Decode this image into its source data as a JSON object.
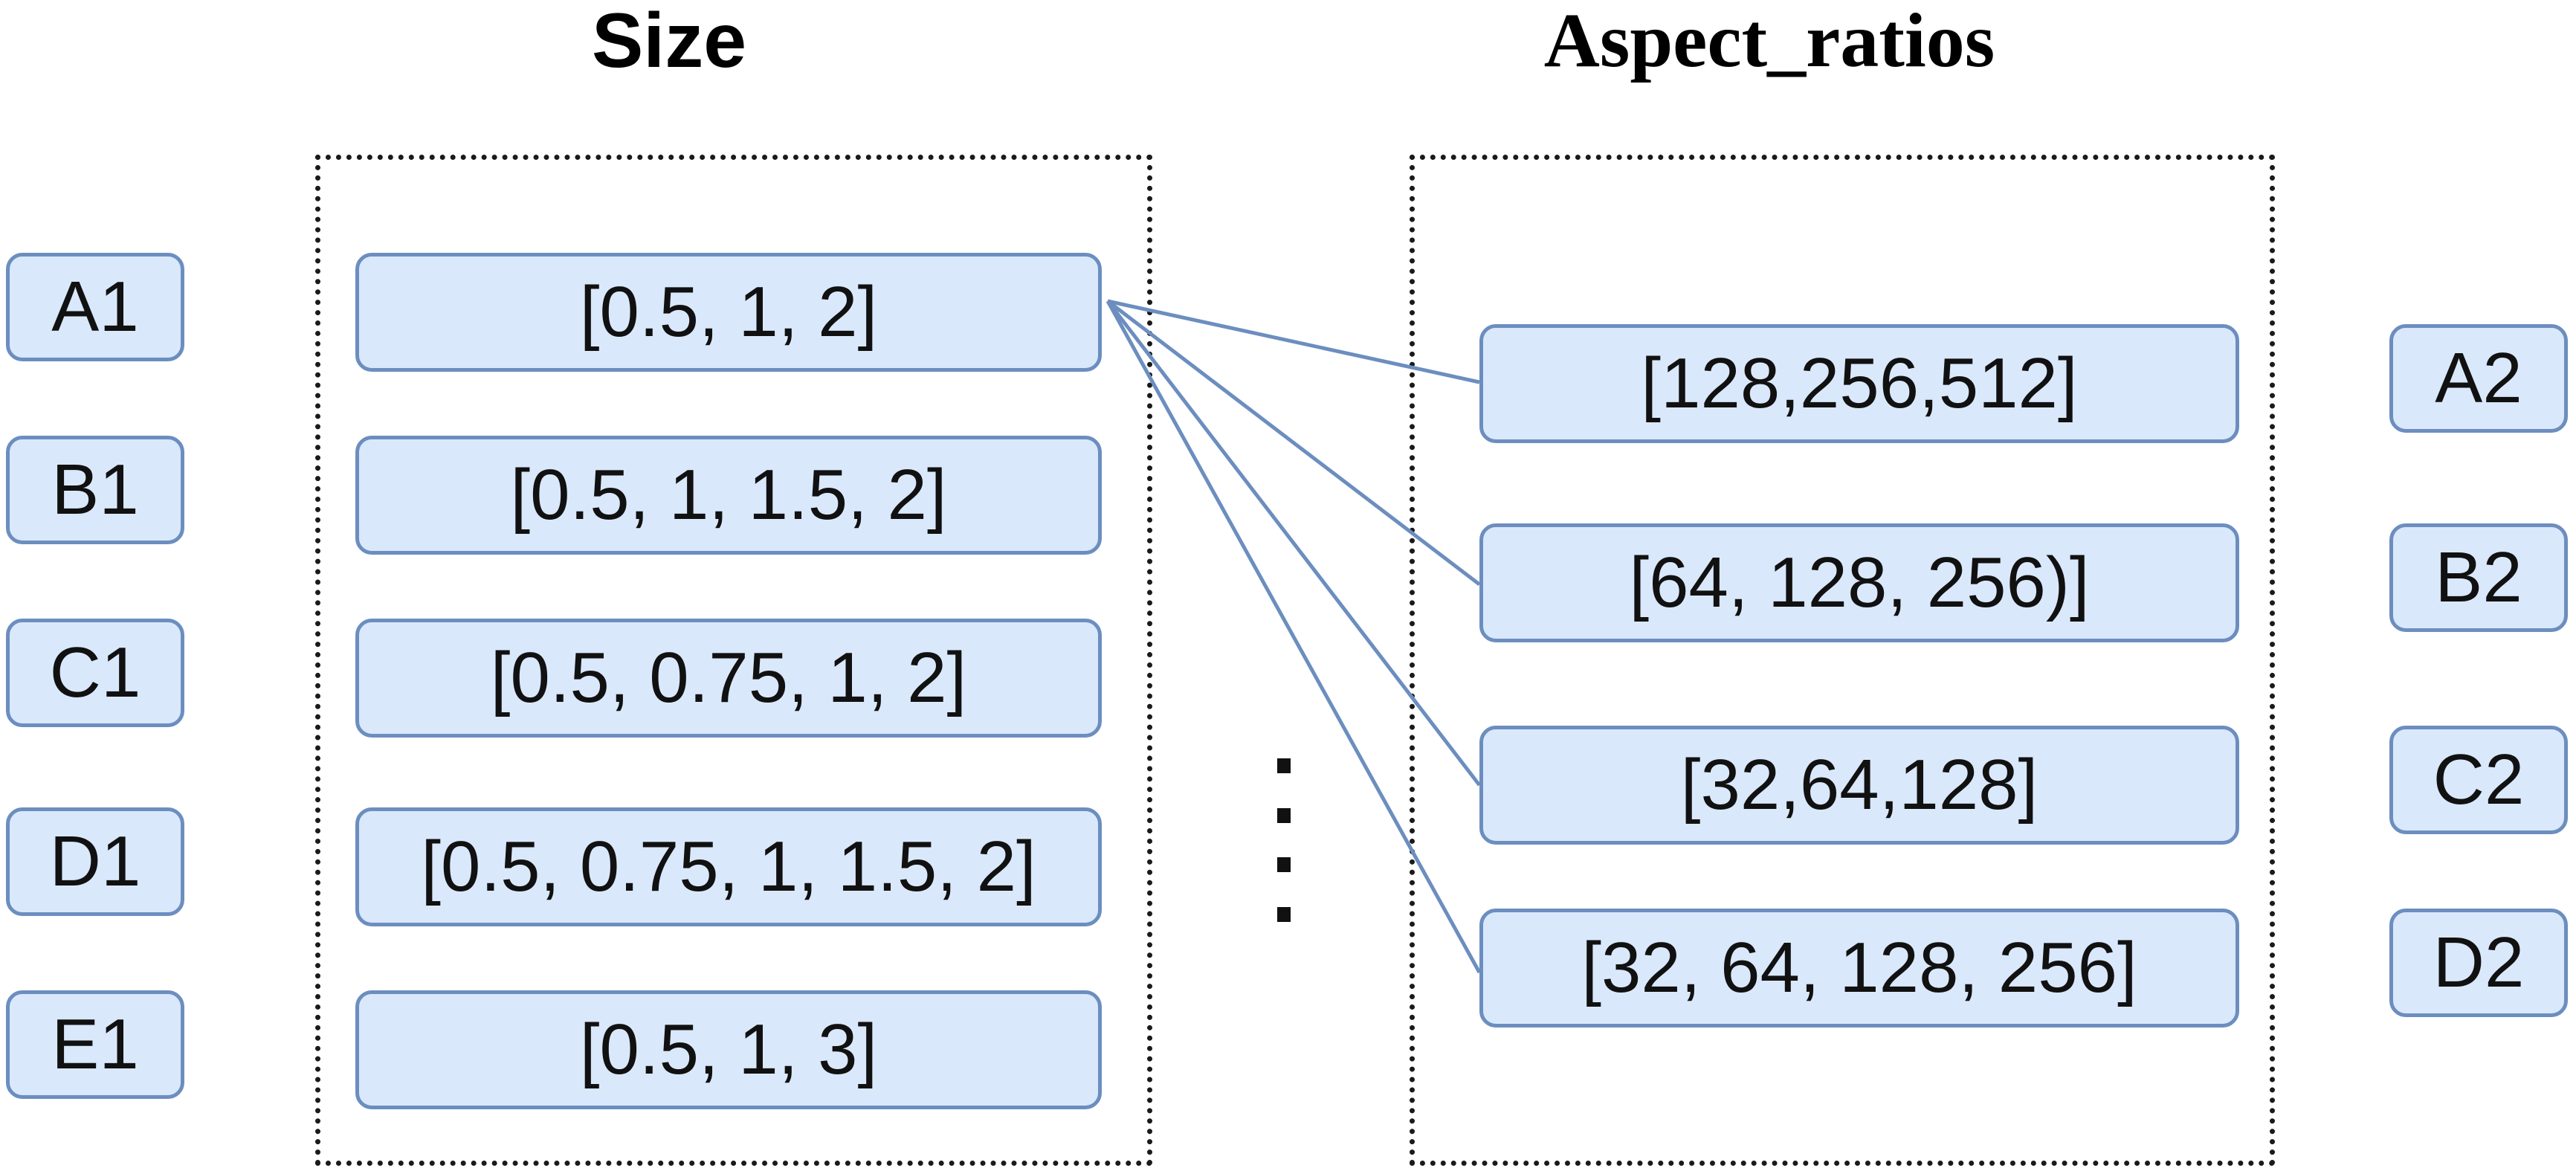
{
  "titles": {
    "size": "Size",
    "aspect_ratios": "Aspect_ratios"
  },
  "left_labels": [
    "A1",
    "B1",
    "C1",
    "D1",
    "E1"
  ],
  "size_boxes": [
    "[0.5, 1, 2]",
    "[0.5, 1, 1.5, 2]",
    "[0.5, 0.75, 1, 2]",
    "[0.5, 0.75, 1, 1.5, 2]",
    "[0.5, 1, 3]"
  ],
  "aspect_boxes": [
    "[128,256,512]",
    "[64, 128, 256)]",
    "[32,64,128]",
    "[32, 64, 128, 256]"
  ],
  "right_labels": [
    "A2",
    "B2",
    "C2",
    "D2"
  ],
  "colors": {
    "box_fill": "#dae8fc",
    "box_border": "#6c8ebf",
    "connector": "#6c8ebf",
    "group_border": "#1a1a1a"
  }
}
